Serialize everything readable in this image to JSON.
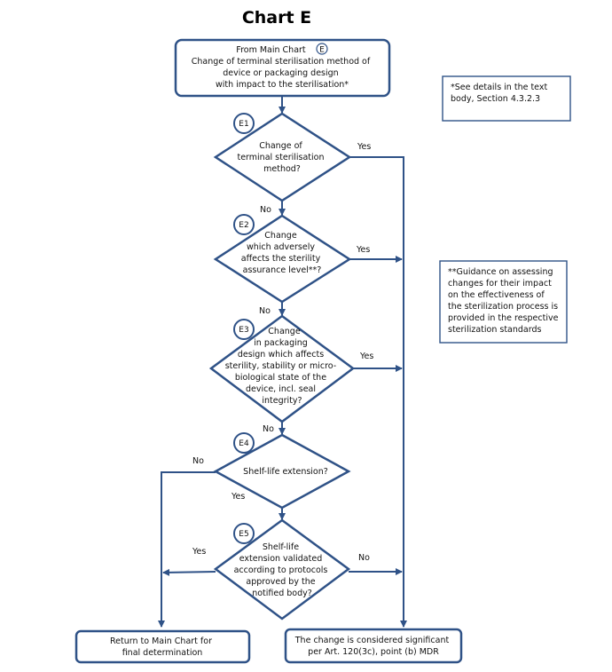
{
  "title": "Chart E",
  "start": {
    "lines": [
      "From Main Chart",
      "Change of terminal sterilisation method of",
      "device or packaging design",
      "with impact to the sterilisation*"
    ],
    "ref": "E"
  },
  "notes": [
    {
      "lines": [
        "*See details in the text",
        "body, Section 4.3.2.3"
      ]
    },
    {
      "lines": [
        "**Guidance on assessing",
        "changes for their impact",
        "on the effectiveness of",
        "the sterilization process is",
        "provided in the respective",
        "sterilization standards"
      ]
    }
  ],
  "decisions": [
    {
      "id": "E1",
      "lines": [
        "Change of",
        "terminal sterilisation",
        "method?"
      ]
    },
    {
      "id": "E2",
      "lines": [
        "Change",
        "which adversely",
        "affects the sterility",
        "assurance level**?"
      ]
    },
    {
      "id": "E3",
      "lines": [
        "Change",
        "in packaging",
        "design which affects",
        "sterility, stability or micro-",
        "biological state of the",
        "device, incl. seal",
        "integrity?"
      ]
    },
    {
      "id": "E4",
      "lines": [
        "Shelf-life extension?"
      ]
    },
    {
      "id": "E5",
      "lines": [
        "Shelf-life",
        "extension validated",
        "according to protocols",
        "approved by the",
        "notified body?"
      ]
    }
  ],
  "labels": {
    "e1_yes": "Yes",
    "e1_no": "No",
    "e2_yes": "Yes",
    "e2_no": "No",
    "e3_yes": "Yes",
    "e3_no": "No",
    "e4_no": "No",
    "e4_yes": "Yes",
    "e5_yes": "Yes",
    "e5_no": "No"
  },
  "outcomes": {
    "return": [
      "Return to Main Chart for",
      "final determination"
    ],
    "significant": [
      "The change is considered significant",
      "per Art. 120(3c), point (b) MDR"
    ]
  }
}
